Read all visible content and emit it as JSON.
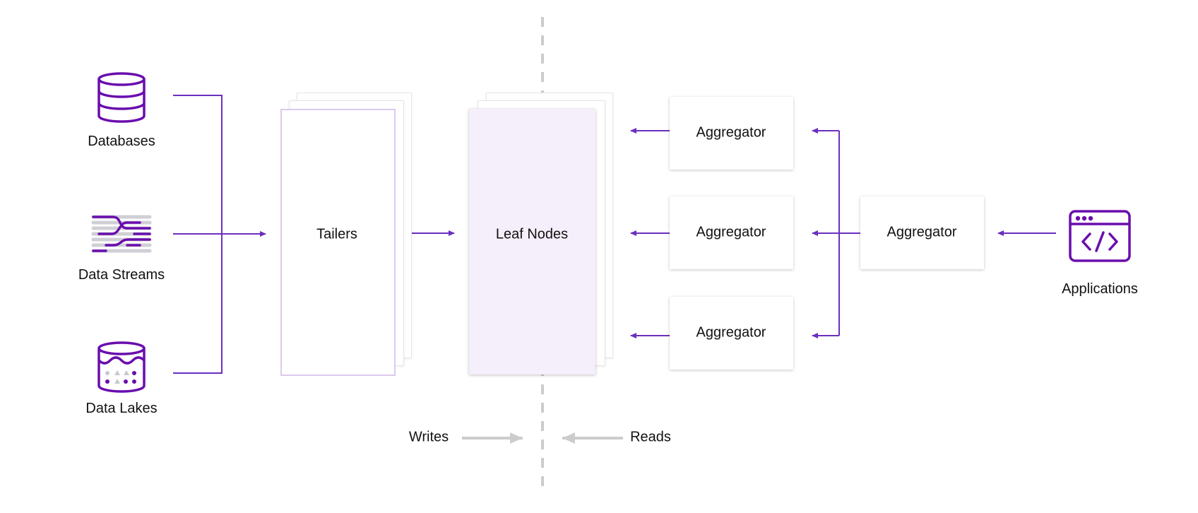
{
  "sources": {
    "databases": "Databases",
    "data_streams": "Data Streams",
    "data_lakes": "Data Lakes"
  },
  "tailers": "Tailers",
  "leaf_nodes": "Leaf Nodes",
  "aggregators": {
    "top": "Aggregator",
    "middle": "Aggregator",
    "bottom": "Aggregator",
    "root": "Aggregator"
  },
  "applications": "Applications",
  "writes": "Writes",
  "reads": "Reads",
  "colors": {
    "accent": "#6b2fbf",
    "icon": "#6a0dad",
    "divider": "#cccccc",
    "leaf_fill": "#f5eefb",
    "tailer_border": "#dcc9ee"
  },
  "icons": [
    "database-icon",
    "data-stream-icon",
    "data-lake-icon",
    "application-code-icon"
  ]
}
